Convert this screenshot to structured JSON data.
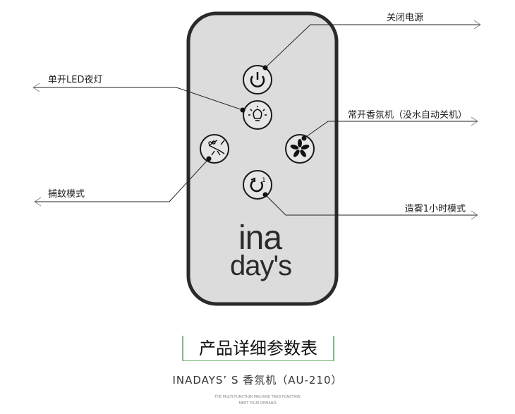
{
  "callouts": {
    "power": "关闭电源",
    "led": "单开LED夜灯",
    "aroma": "常开香氛机（没水自动关机）",
    "mosquito": "捕蚊模式",
    "mist": "造雾1小时模式"
  },
  "logo": {
    "line1": "ina",
    "line2": "day's"
  },
  "section_title": "产品详细参数表",
  "product_name": "INADAYS’ S  香氛机（AU-210）",
  "tagline": {
    "line1": "THE MULTI-FUNCTION MACHINE TRAD FUNCTION",
    "line2": "MEET YOUR DEMAND"
  },
  "colors": {
    "accent": "#7cb87c",
    "remote_body": "#dcdcdc",
    "remote_border": "#2a2a2a"
  }
}
